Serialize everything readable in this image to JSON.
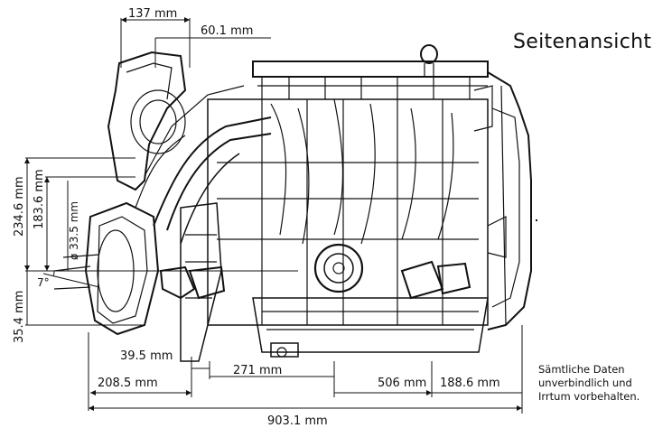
{
  "title": "Seitenansicht",
  "note_lines": [
    "Sämtliche Daten",
    "unverbindlich und",
    "Irrtum vorbehalten."
  ],
  "dimensions": {
    "top_width": "137 mm",
    "top_offset": "60.1 mm",
    "height_upper": "234.6 mm",
    "height_mid": "183.6 mm",
    "diameter": "ø 33.5 mm",
    "angle": "7°",
    "height_lower": "35.4 mm",
    "small_offset": "39.5 mm",
    "front_length": "208.5 mm",
    "mid_length": "271 mm",
    "center_length": "506 mm",
    "rear_length": "188.6 mm",
    "total_length": "903.1 mm"
  },
  "colors": {
    "line": "#111111",
    "background": "#ffffff"
  }
}
